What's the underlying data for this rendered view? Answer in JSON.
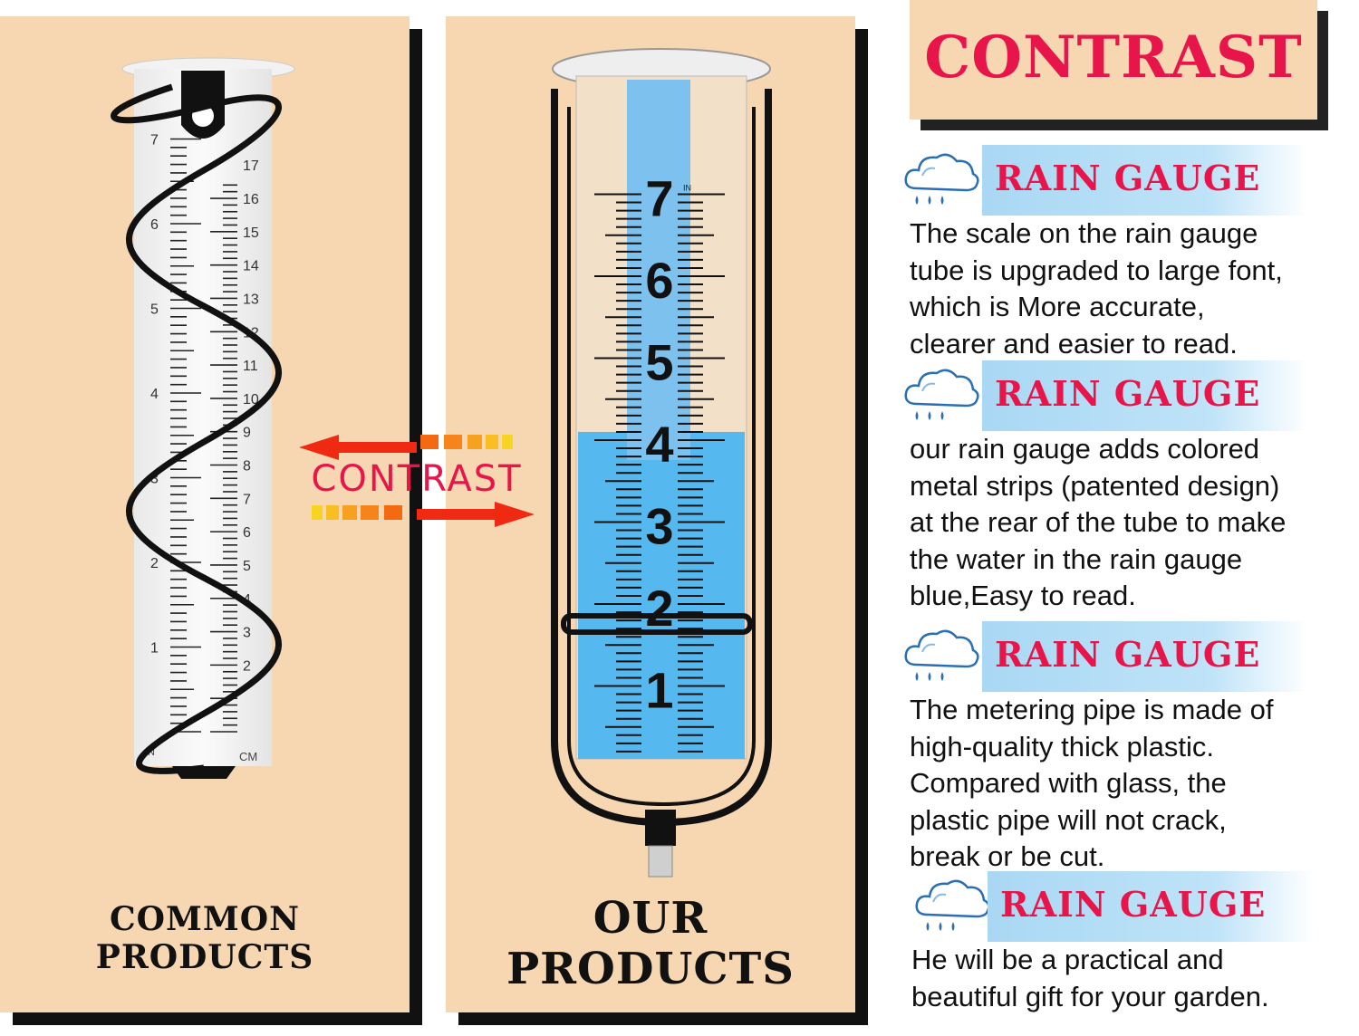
{
  "left_panel": {
    "label": "COMMON PRODUCTS"
  },
  "right_panel": {
    "label": "OUR PRODUCTS"
  },
  "center_arrow": {
    "text": "CONTRAST"
  },
  "header": {
    "title": "CONTRAST"
  },
  "common_scale": {
    "inch_labels": [
      "1",
      "2",
      "3",
      "4",
      "5",
      "6",
      "7"
    ],
    "cm_labels": [
      "2",
      "3",
      "4",
      "5",
      "6",
      "7",
      "8",
      "9",
      "10",
      "11",
      "12",
      "13",
      "14",
      "15",
      "16",
      "17"
    ],
    "inch_unit": "IN",
    "cm_unit": "CM"
  },
  "our_scale": {
    "labels": [
      "1",
      "2",
      "3",
      "4",
      "5",
      "6",
      "7"
    ],
    "unit": "IN",
    "water_level_inches": 4.1
  },
  "features": [
    {
      "title": "RAIN GAUGE",
      "lines": [
        "The scale on the rain gauge",
        "tube is upgraded to large font,",
        "which is More accurate,",
        "clearer and easier to read."
      ]
    },
    {
      "title": "RAIN GAUGE",
      "lines": [
        "our rain gauge adds colored",
        "metal strips (patented design)",
        "at the rear of the tube to make",
        "the water in the rain gauge",
        "blue,Easy to read."
      ]
    },
    {
      "title": "RAIN GAUGE",
      "lines": [
        "The metering pipe is made of",
        "high-quality thick plastic.",
        "Compared with glass, the",
        "plastic pipe will not crack,",
        "break or be cut."
      ]
    },
    {
      "title": "RAIN GAUGE",
      "lines": [
        "He will be a practical and",
        "beautiful gift for your garden."
      ]
    }
  ],
  "colors": {
    "accent_red": "#e8154a",
    "panel_tan": "#f6d7b1",
    "water_blue": "#55b8ef",
    "bar_blue": "#a9d8f4"
  },
  "icons": [
    "rain-cloud-icon",
    "contrast-arrows-icon"
  ]
}
